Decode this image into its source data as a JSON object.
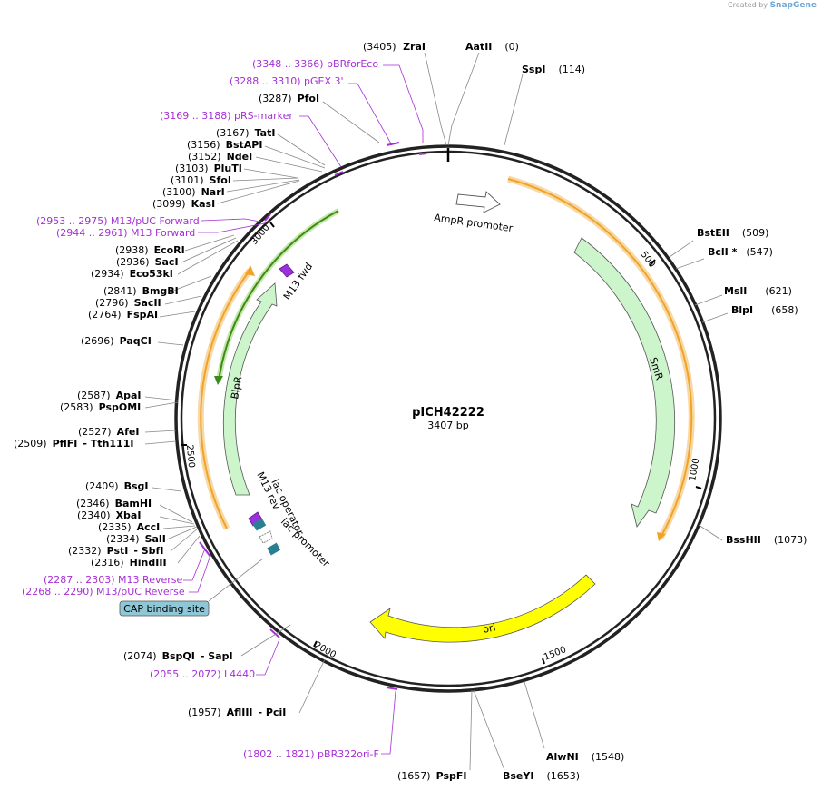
{
  "credit": {
    "prefix": "Created by",
    "brand": "SnapGene"
  },
  "plasmid": {
    "name": "pICH42222",
    "size_label": "3407 bp"
  },
  "ticks": [
    "500",
    "1000",
    "1500",
    "2000",
    "2500",
    "3000"
  ],
  "enzymes": {
    "zrai": {
      "pos": "(3405)",
      "name": "ZraI"
    },
    "aatii": {
      "pos": "(0)",
      "name": "AatII"
    },
    "sspi": {
      "pos": "(114)",
      "name": "SspI"
    },
    "pfoi": {
      "pos": "(3287)",
      "name": "PfoI"
    },
    "tati": {
      "pos": "(3167)",
      "name": "TatI"
    },
    "bstapi": {
      "pos": "(3156)",
      "name": "BstAPI"
    },
    "ndei": {
      "pos": "(3152)",
      "name": "NdeI"
    },
    "pluti": {
      "pos": "(3103)",
      "name": "PluTI"
    },
    "sfoi": {
      "pos": "(3101)",
      "name": "SfoI"
    },
    "nari": {
      "pos": "(3100)",
      "name": "NarI"
    },
    "kasi": {
      "pos": "(3099)",
      "name": "KasI"
    },
    "ecori": {
      "pos": "(2938)",
      "name": "EcoRI"
    },
    "saci": {
      "pos": "(2936)",
      "name": "SacI"
    },
    "eco53ki": {
      "pos": "(2934)",
      "name": "Eco53kI"
    },
    "bmgbi": {
      "pos": "(2841)",
      "name": "BmgBI"
    },
    "sacii": {
      "pos": "(2796)",
      "name": "SacII"
    },
    "fspai": {
      "pos": "(2764)",
      "name": "FspAI"
    },
    "paqci": {
      "pos": "(2696)",
      "name": "PaqCI"
    },
    "apai": {
      "pos": "(2587)",
      "name": "ApaI"
    },
    "pspomi": {
      "pos": "(2583)",
      "name": "PspOMI"
    },
    "afei": {
      "pos": "(2527)",
      "name": "AfeI"
    },
    "pflfi": {
      "pos": "(2509)",
      "name": "PflFI",
      "extra": "- Tth111I"
    },
    "bsgi": {
      "pos": "(2409)",
      "name": "BsgI"
    },
    "bamhi": {
      "pos": "(2346)",
      "name": "BamHI"
    },
    "xbai": {
      "pos": "(2340)",
      "name": "XbaI"
    },
    "acci": {
      "pos": "(2335)",
      "name": "AccI"
    },
    "sali": {
      "pos": "(2334)",
      "name": "SalI"
    },
    "psti": {
      "pos": "(2332)",
      "name": "PstI",
      "extra": "- SbfI"
    },
    "hindiii": {
      "pos": "(2316)",
      "name": "HindIII"
    },
    "bspqi": {
      "pos": "(2074)",
      "name": "BspQI",
      "extra": "- SapI"
    },
    "aflIII": {
      "pos": "(1957)",
      "name": "AflIII",
      "extra": "- PciI"
    },
    "pspfi": {
      "pos": "(1657)",
      "name": "PspFI"
    },
    "bseyi": {
      "pos": "(1653)",
      "name": "BseYI"
    },
    "alwni": {
      "pos": "(1548)",
      "name": "AlwNI"
    },
    "bsstii": {
      "pos": "(1073)",
      "name": "BssHII"
    },
    "bsteii": {
      "pos": "(509)",
      "name": "BstEII"
    },
    "bcli": {
      "pos": "(547)",
      "name": "BclI *"
    },
    "msli": {
      "pos": "(621)",
      "name": "MslI"
    },
    "blpi": {
      "pos": "(658)",
      "name": "BlpI"
    }
  },
  "primers": {
    "pbrforeco": "(3348 .. 3366)  pBRforEco",
    "pgex3": "(3288 .. 3310)  pGEX 3'",
    "prsmarker": "(3169 .. 3188)  pRS-marker",
    "m13puc_fwd": "(2953 .. 2975)  M13/pUC Forward",
    "m13_fwd": "(2944 .. 2961)  M13 Forward",
    "m13_rev": "(2287 .. 2303)  M13 Reverse",
    "m13puc_rev": "(2268 .. 2290)  M13/pUC Reverse",
    "l4440": "(2055 .. 2072)  L4440",
    "pbr322ori": "(1802 .. 1821)  pBR322ori-F"
  },
  "features": {
    "ampr_promoter": "AmpR promoter",
    "smr": "SmR",
    "ori": "ori",
    "blpr": "BlpR",
    "m13fwd": "M13 fwd",
    "m13rev": "M13 rev",
    "lac_operator": "lac operator",
    "lac_promoter": "lac promoter",
    "cap_site": "CAP binding site"
  },
  "colors": {
    "backbone": "#222222",
    "primer": "#a62fd6",
    "cds_fill": "#ccf5cc",
    "ori_fill": "#ffff00",
    "orf": "#f2a326",
    "orf_glow": "#f6d9a6",
    "green_orf": "#3a8c1a",
    "lac_operator": "#2a8090",
    "cap": "#8fc7d6"
  }
}
